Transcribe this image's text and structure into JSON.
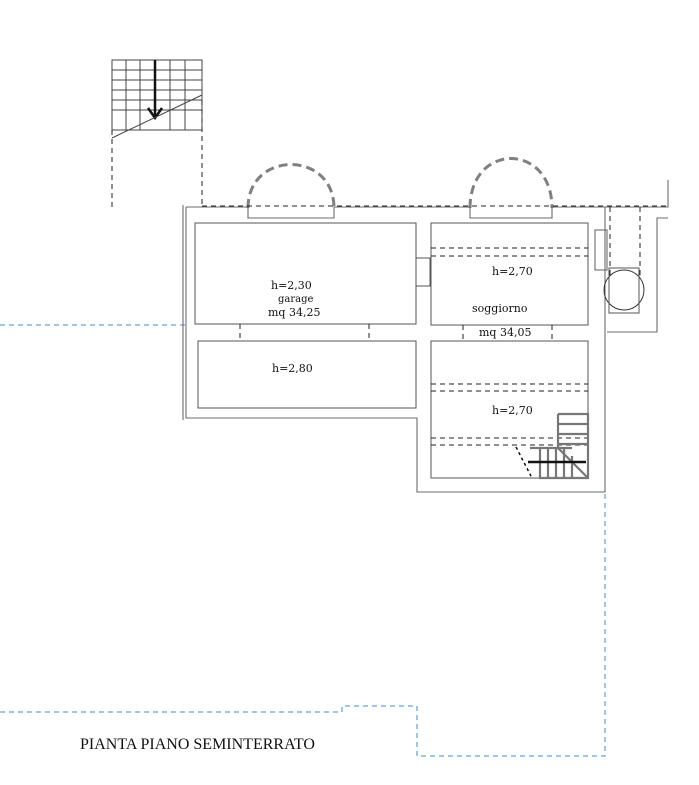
{
  "drawing_title": "PIANTA PIANO SEMINTERRATO",
  "rooms": {
    "garage": {
      "height": "h=2,30",
      "name": "garage",
      "area": "mq 34,25"
    },
    "store": {
      "height": "h=2,80"
    },
    "soggiorno": {
      "height": "h=2,70",
      "name": "soggiorno",
      "area": "mq 34,05"
    },
    "stair_room": {
      "height": "h=2,70"
    }
  },
  "colors": {
    "walls": "#6b6b6b",
    "arches": "#808080",
    "property_line": "#3a8fd4",
    "text": "#111111"
  }
}
